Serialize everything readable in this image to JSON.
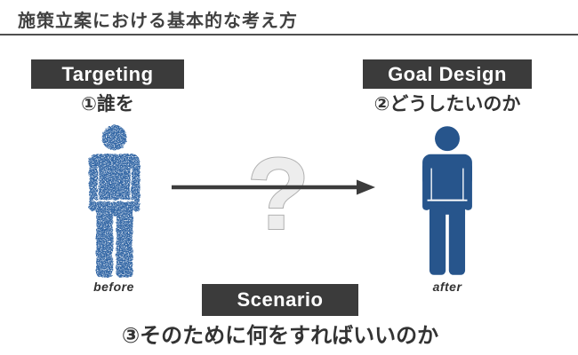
{
  "title": {
    "text": "施策立案における基本的な考え方"
  },
  "steps": {
    "targeting": {
      "label": "Targeting",
      "caption": "①誰を"
    },
    "goal_design": {
      "label": "Goal Design",
      "caption": "②どうしたいのか"
    },
    "scenario": {
      "label": "Scenario",
      "caption": "③そのために何をすればいいのか"
    }
  },
  "figures": {
    "before": {
      "label": "before"
    },
    "after": {
      "label": "after"
    }
  },
  "connector": {
    "question_mark": "?"
  },
  "icons": {
    "before_person": "person-pictogram-sketchy",
    "after_person": "person-pictogram-solid",
    "arrow": "right-arrow",
    "question": "question-mark"
  },
  "colors": {
    "header_bg": "#3b3b3b",
    "header_text": "#ffffff",
    "person_blue": "#27558c",
    "person_blue_sketch": "#2f64a3",
    "arrow": "#3c3c3c",
    "question_fill": "#ededed",
    "question_stroke": "#b0b0b0",
    "text_dark": "#333333",
    "title_color": "#414141",
    "rule_color": "#4f4f4f"
  }
}
